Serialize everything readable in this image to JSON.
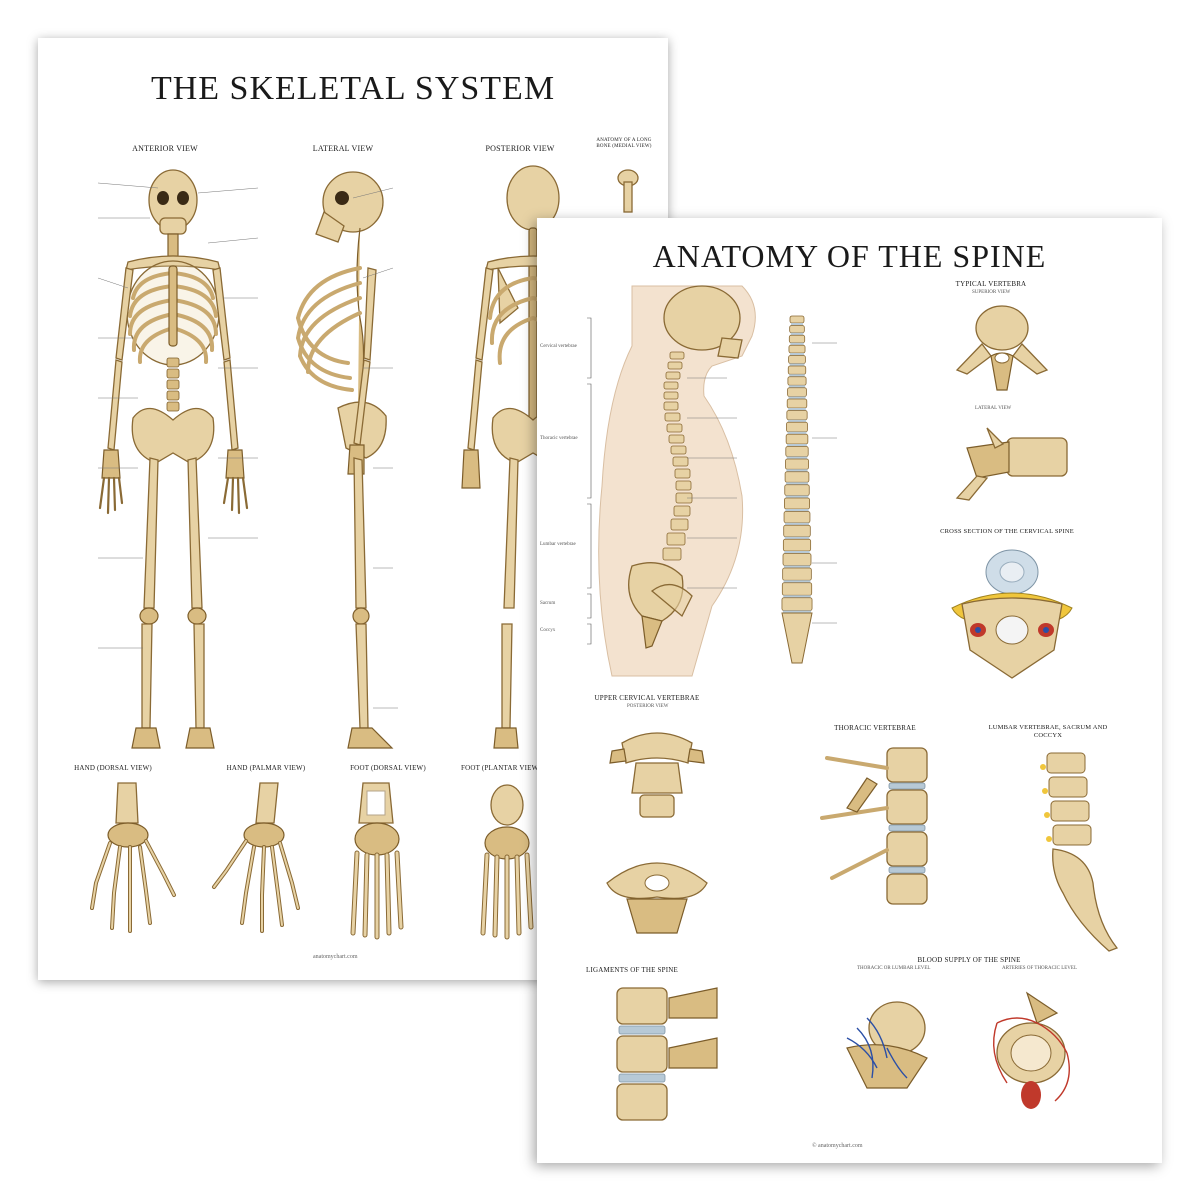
{
  "skeletal_poster": {
    "title": "THE SKELETAL SYSTEM",
    "views": {
      "anterior": "ANTERIOR VIEW",
      "lateral": "LATERAL VIEW",
      "posterior": "POSTERIOR VIEW",
      "inset": "ANATOMY OF A LONG BONE (MEDIAL VIEW)"
    },
    "bottom_views": {
      "hand_dorsal": "HAND (DORSAL VIEW)",
      "hand_palmar": "HAND (PALMAR VIEW)",
      "foot_dorsal": "FOOT (DORSAL VIEW)",
      "foot_plantar": "FOOT (PLANTAR VIEW)"
    },
    "credit": "anatomychart.com"
  },
  "spine_poster": {
    "title": "ANATOMY OF THE SPINE",
    "sections": {
      "typical_vertebra": "TYPICAL VERTEBRA",
      "superior_view": "SUPERIOR VIEW",
      "lateral_view": "LATERAL VIEW",
      "cross_section": "CROSS SECTION OF THE CERVICAL SPINE",
      "upper_cervical": "UPPER CERVICAL VERTEBRAE",
      "posterior_view": "POSTERIOR VIEW",
      "thoracic": "THORACIC VERTEBRAE",
      "lumbar": "LUMBAR VERTEBRAE, SACRUM AND COCCYX",
      "ligaments": "LIGAMENTS OF THE SPINE",
      "blood_supply": "BLOOD SUPPLY OF THE SPINE",
      "thoracic_lumbar": "THORACIC OR LUMBAR LEVEL",
      "arterial_supply": "ARTERIES OF THORACIC LEVEL"
    },
    "region_labels": {
      "cervical": "Cervical vertebrae",
      "thoracic": "Thoracic vertebrae",
      "lumbar": "Lumbar vertebrae",
      "sacrum": "Sacrum",
      "coccyx": "Coccyx"
    },
    "credit": "© anatomychart.com"
  },
  "colors": {
    "bone": "#e7d2a4",
    "bone_outline": "#8a6a35",
    "disc": "#b7c9d6",
    "artery": "#c0392b",
    "vein": "#2b4fa6",
    "background": "#ffffff"
  }
}
